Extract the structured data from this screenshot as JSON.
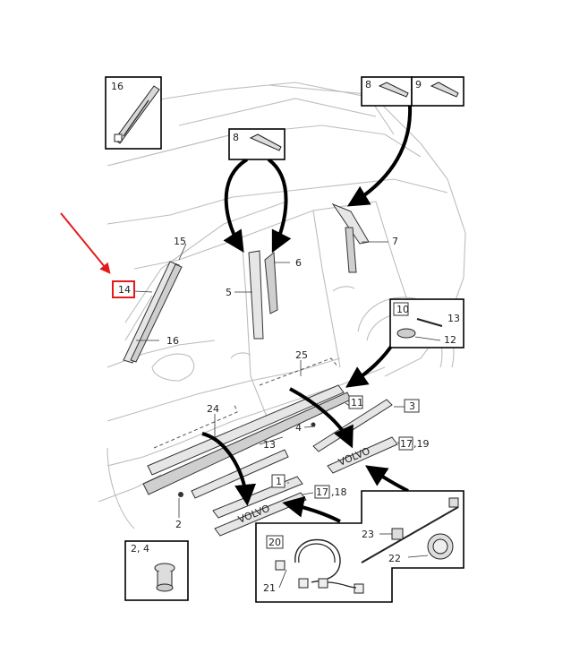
{
  "colors": {
    "highlight": "#e41b1b",
    "line": "#000000",
    "body": "#bdbdbd"
  },
  "callouts": {
    "c16_top": "16",
    "c8_top_right": "8",
    "c9": "9",
    "c8_mid": "8",
    "c15": "15",
    "c14": "14",
    "c5": "5",
    "c6": "6",
    "c7": "7",
    "c16": "16",
    "c10": "10",
    "c13_right": "13",
    "c12": "12",
    "c25": "25",
    "c11": "11",
    "c3": "3",
    "c4": "4",
    "c24": "24",
    "c13": "13",
    "c17a": "17",
    "c19": ",19",
    "c1": "1",
    "c17b": "17",
    "c18": ",18",
    "c2": "2",
    "c24_box": "2, 4",
    "c20": "20",
    "c23": "23",
    "c22": "22",
    "c21": "21"
  },
  "emblem_text": "VOLVO",
  "highlighted_part": "14"
}
